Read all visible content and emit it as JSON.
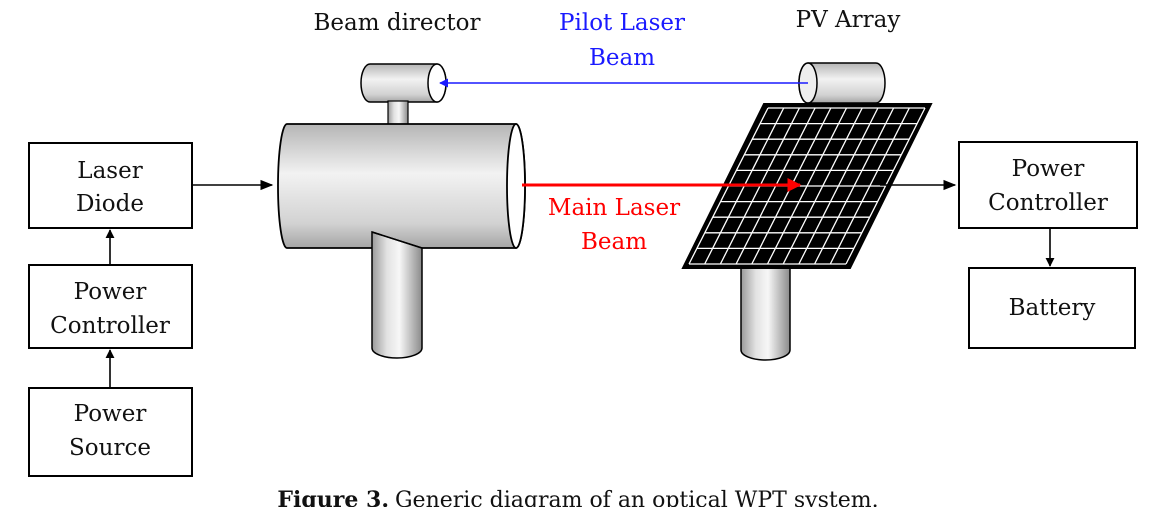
{
  "blocks": {
    "laser_diode": [
      "Laser",
      "Diode"
    ],
    "power_controller_left": [
      "Power",
      "Controller"
    ],
    "power_source": [
      "Power",
      "Source"
    ],
    "power_controller_right": [
      "Power",
      "Controller"
    ],
    "battery": [
      "Battery"
    ]
  },
  "labels": {
    "beam_director": "Beam director",
    "pv_array": "PV Array",
    "pilot_beam": [
      "Pilot Laser",
      "Beam"
    ],
    "main_beam": [
      "Main Laser",
      "Beam"
    ]
  },
  "caption": {
    "prefix": "Figure 3.",
    "text": "Generic diagram of an optical WPT system."
  },
  "colors": {
    "pilot_beam": "#1a1aff",
    "main_beam": "#ff0000",
    "outline": "#000000"
  }
}
